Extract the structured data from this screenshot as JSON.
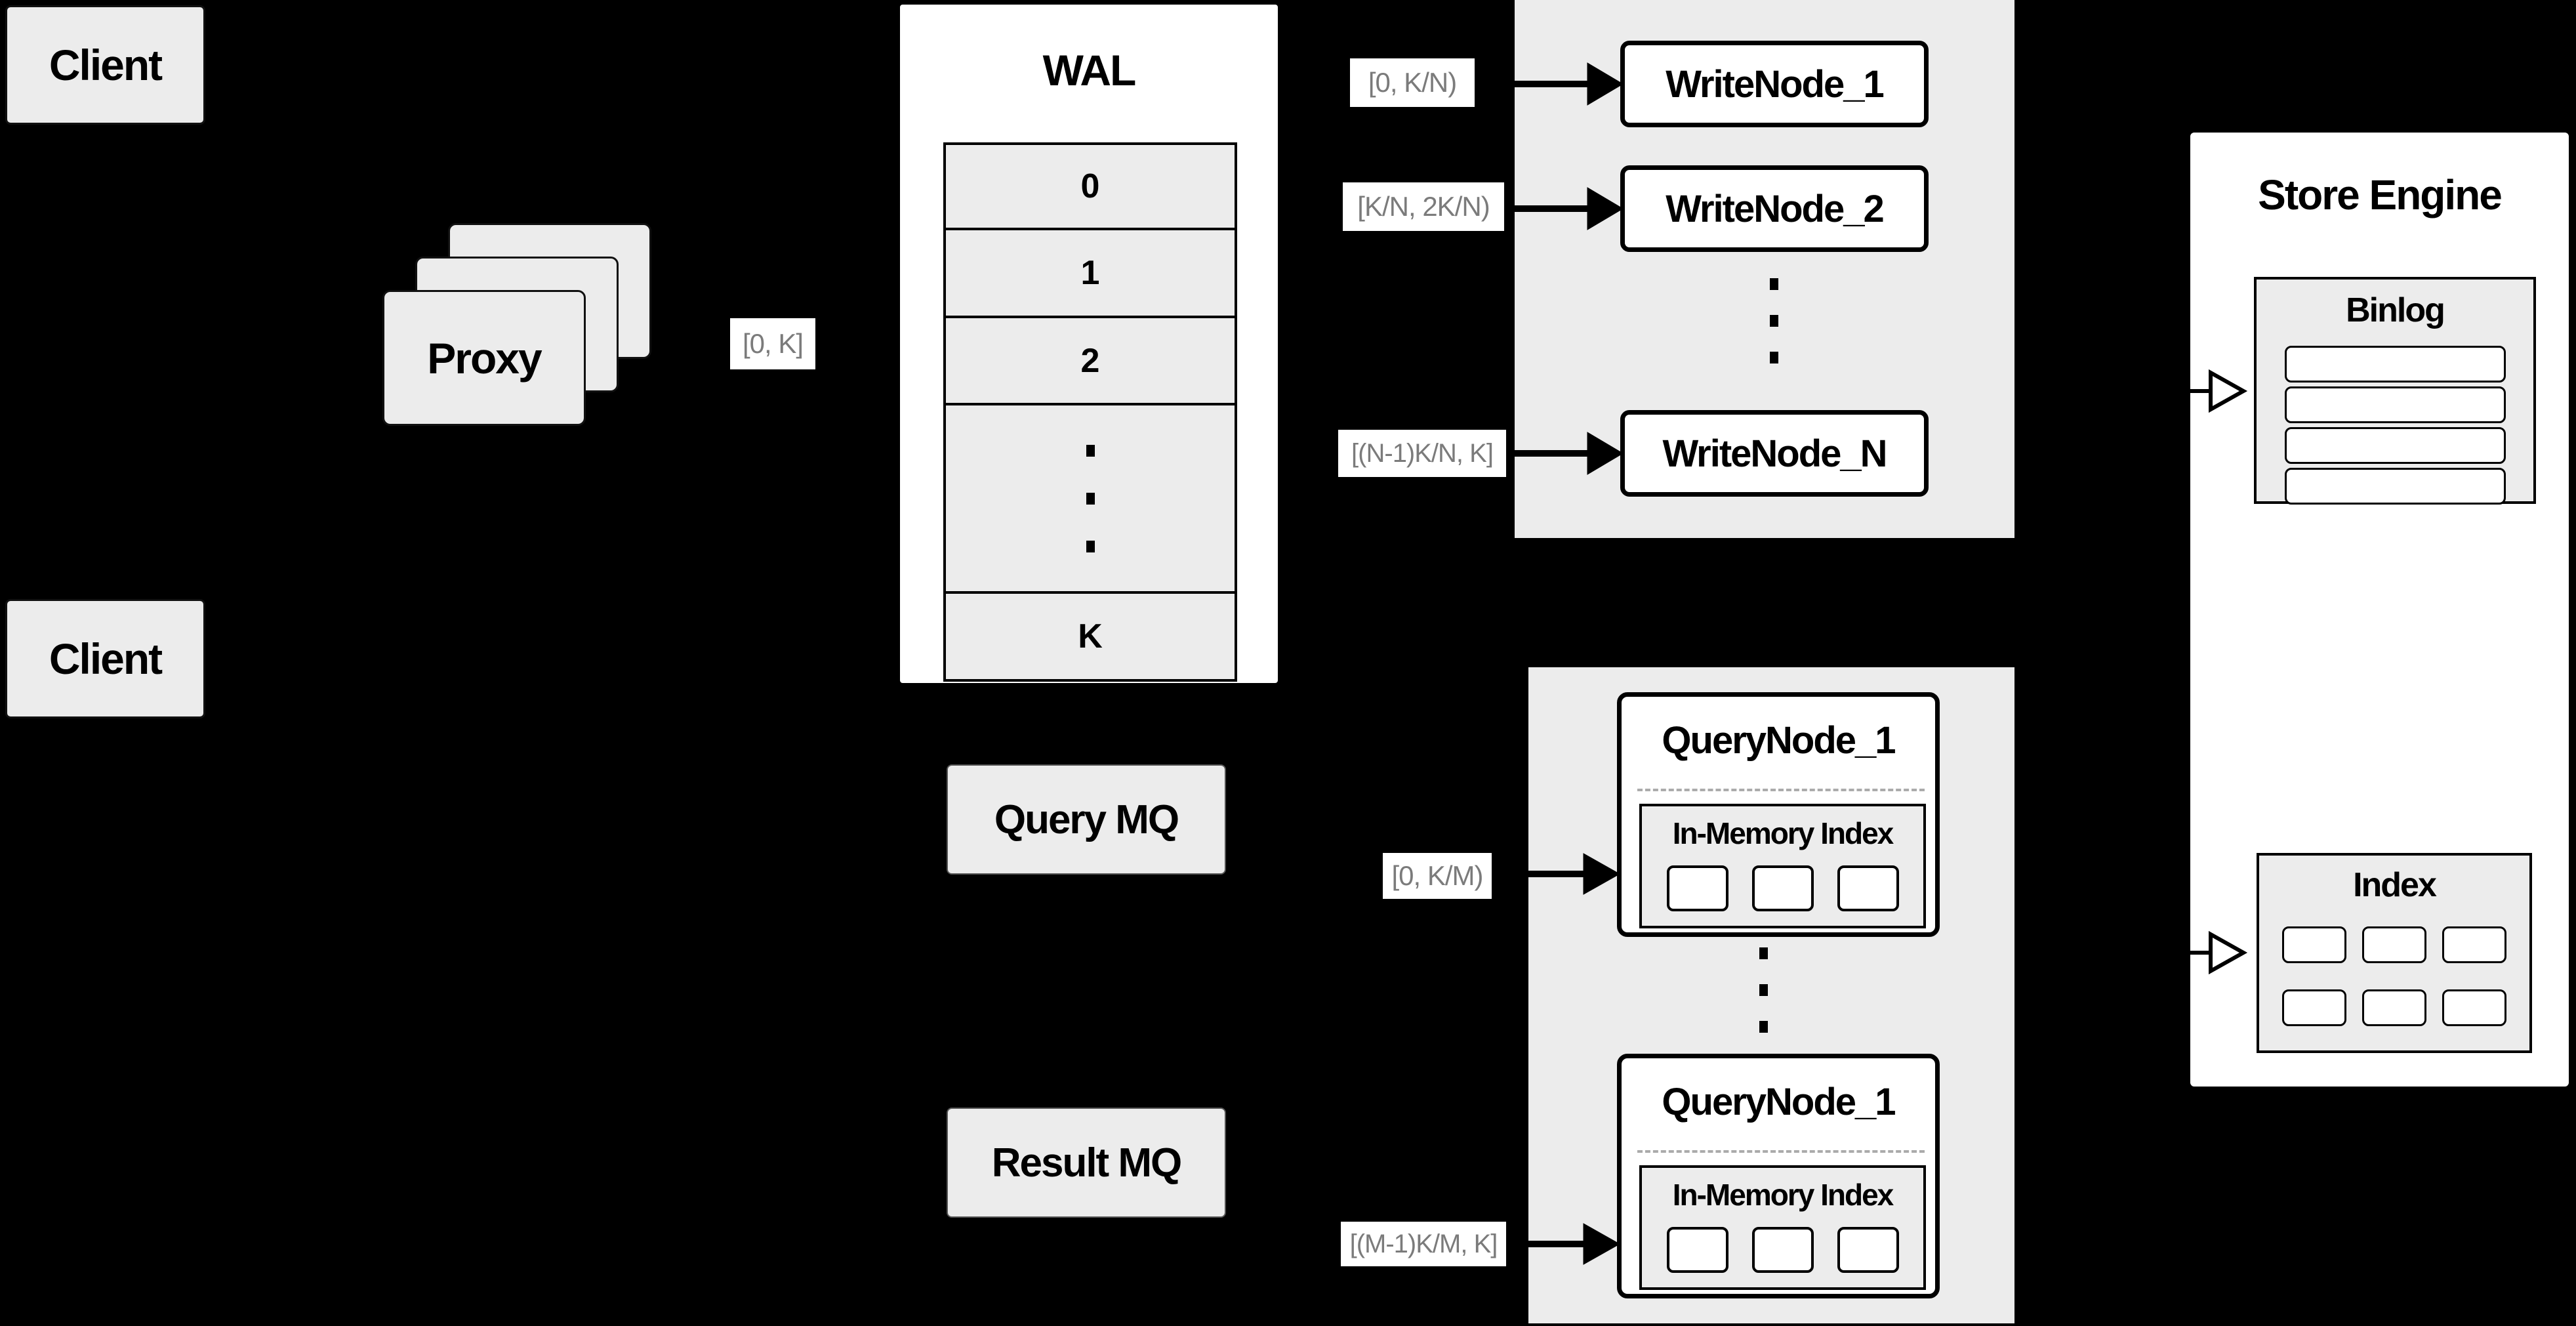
{
  "colors": {
    "background": "#000000",
    "box_fill": "#ececec",
    "node_fill": "#ffffff",
    "border": "#000000",
    "range_text": "#7b7b7b"
  },
  "clients": {
    "top": "Client",
    "bottom": "Client"
  },
  "proxy": {
    "label": "Proxy",
    "range": "[0, K]"
  },
  "wal": {
    "title": "WAL",
    "rows": [
      "0",
      "1",
      "2",
      "K"
    ]
  },
  "write_cluster": {
    "nodes": [
      {
        "range": "[0,  K/N)",
        "label": "WriteNode_1"
      },
      {
        "range": "[K/N, 2K/N)",
        "label": "WriteNode_2"
      },
      {
        "range": "[(N-1)K/N,  K]",
        "label": "WriteNode_N"
      }
    ]
  },
  "mq": {
    "query": "Query MQ",
    "result": "Result MQ"
  },
  "query_cluster": {
    "nodes": [
      {
        "range": "[0, K/M)",
        "title": "QueryNode_1",
        "index_label": "In-Memory Index"
      },
      {
        "range": "[(M-1)K/M, K]",
        "title": "QueryNode_1",
        "index_label": "In-Memory Index"
      }
    ]
  },
  "store_engine": {
    "title": "Store Engine",
    "binlog_title": "Binlog",
    "index_title": "Index"
  }
}
